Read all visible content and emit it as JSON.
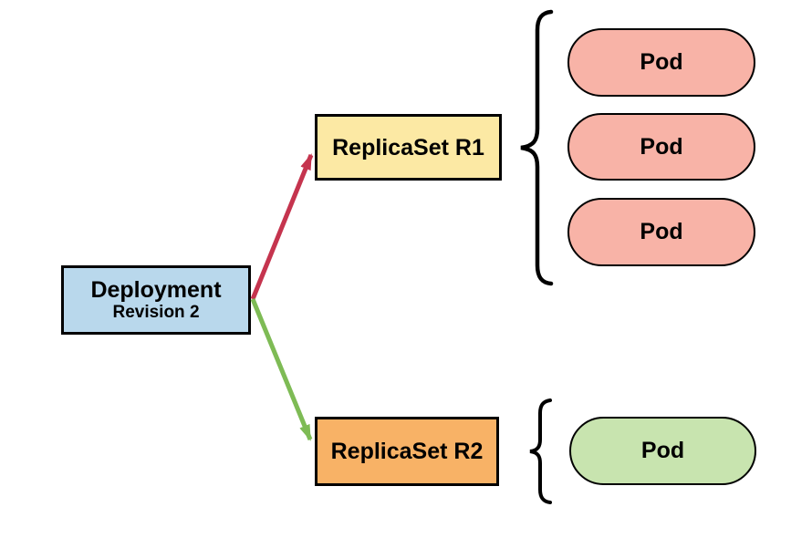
{
  "diagram": {
    "background": "#ffffff",
    "deployment": {
      "title": "Deployment",
      "subtitle": "Revision 2",
      "fill": "#b9d8ec"
    },
    "replicasets": [
      {
        "label": "ReplicaSet R1",
        "fill": "#fce9a4"
      },
      {
        "label": "ReplicaSet R2",
        "fill": "#f8b266"
      }
    ],
    "r1_pods": [
      {
        "label": "Pod"
      },
      {
        "label": "Pod"
      },
      {
        "label": "Pod"
      }
    ],
    "r2_pods": [
      {
        "label": "Pod"
      }
    ],
    "colors": {
      "r1_pod_fill": "#f8b3a7",
      "r2_pod_fill": "#c8e4af",
      "arrow_to_r1": "#c5344e",
      "arrow_to_r2": "#7ebb55",
      "outline": "#000000",
      "brace": "#000000"
    }
  }
}
